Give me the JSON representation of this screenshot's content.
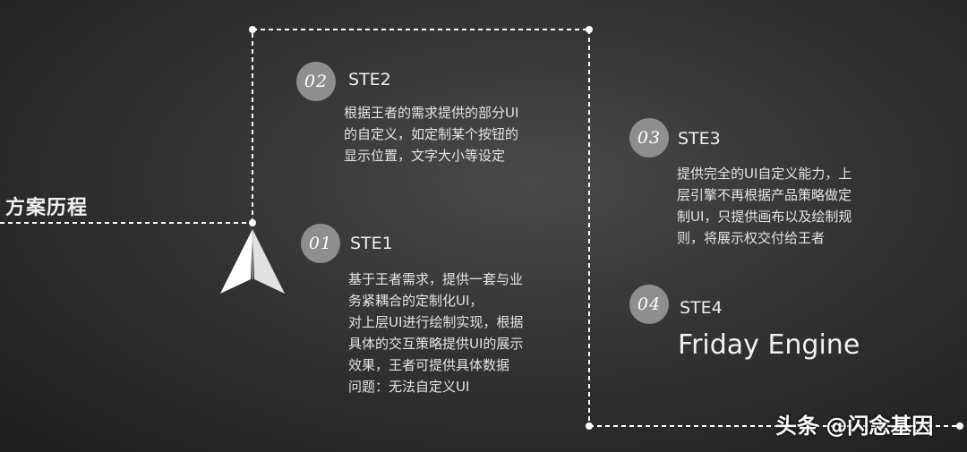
{
  "section_title": "方案历程",
  "steps": [
    {
      "badge": "01",
      "title": "STE1",
      "desc": [
        "基于王者需求，提供一套与业",
        "务紧耦合的定制化UI，",
        "对上层UI进行绘制实现，根据",
        "具体的交互策略提供UI的展示",
        "效果，王者可提供具体数据",
        "问题：无法自定义UI"
      ]
    },
    {
      "badge": "02",
      "title": "STE2",
      "desc": [
        "根据王者的需求提供的部分UI",
        "的自定义，如定制某个按钮的",
        "显示位置，文字大小等设定"
      ]
    },
    {
      "badge": "03",
      "title": "STE3",
      "desc": [
        "提供完全的UI自定义能力，上",
        "层引擎不再根据产品策略做定",
        "制UI，只提供画布以及绘制规",
        "则，将展示权交付给王者"
      ]
    },
    {
      "badge": "04",
      "title": "STE4",
      "engine": "Friday Engine"
    }
  ],
  "watermark": "头条 @闪念基因",
  "icons": {
    "plane": "paper-plane-icon"
  },
  "colors": {
    "badge": "#8e8e8e",
    "path_line": "#ffffff"
  }
}
